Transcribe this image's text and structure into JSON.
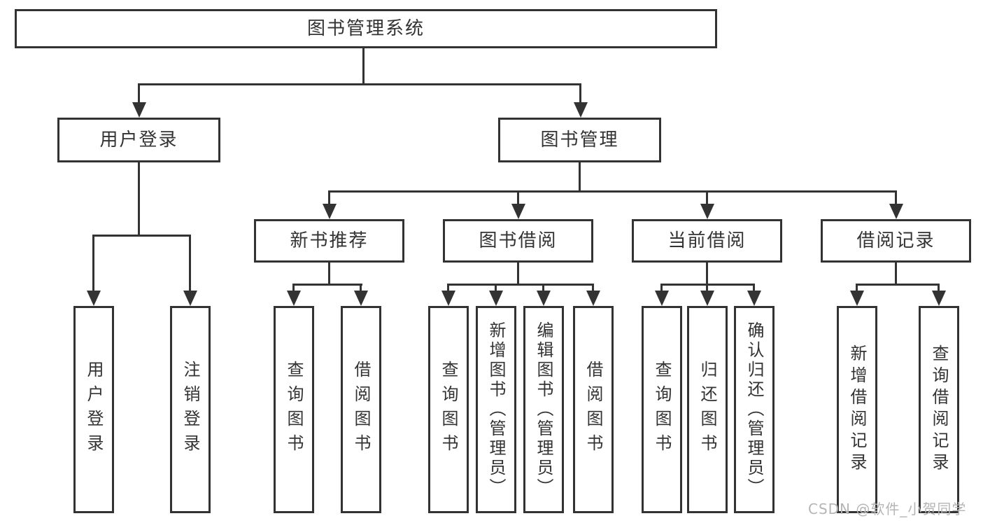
{
  "tree": {
    "label": "图书管理系统",
    "children": [
      {
        "label": "用户登录",
        "children": [
          {
            "label": "用户登录"
          },
          {
            "label": "注销登录"
          }
        ]
      },
      {
        "label": "图书管理",
        "children": [
          {
            "label": "新书推荐",
            "children": [
              {
                "label": "查询图书"
              },
              {
                "label": "借阅图书"
              }
            ]
          },
          {
            "label": "图书借阅",
            "children": [
              {
                "label": "查询图书"
              },
              {
                "label": "新增图书（管理员）"
              },
              {
                "label": "编辑图书（管理员）"
              },
              {
                "label": "借阅图书"
              }
            ]
          },
          {
            "label": "当前借阅",
            "children": [
              {
                "label": "查询图书"
              },
              {
                "label": "归还图书"
              },
              {
                "label": "确认归还（管理员）"
              }
            ]
          },
          {
            "label": "借阅记录",
            "children": [
              {
                "label": "新增借阅记录"
              },
              {
                "label": "查询借阅记录"
              }
            ]
          }
        ]
      }
    ]
  },
  "watermark": {
    "text": "CSDN @软件_小贺同学"
  },
  "colors": {
    "line": "#333333",
    "text": "#333333",
    "watermark": "#b5b5b5",
    "background": "#ffffff"
  }
}
